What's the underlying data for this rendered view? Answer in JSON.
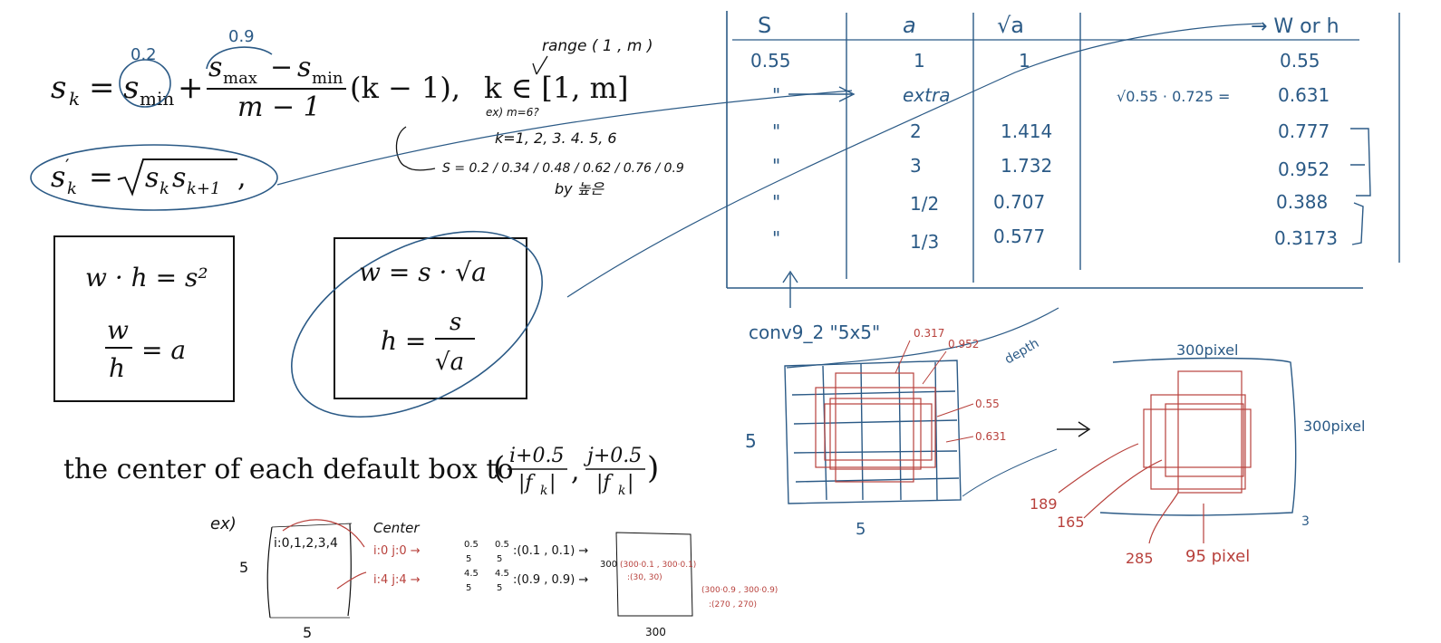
{
  "colors": {
    "blue_ink": "#2b5a86",
    "red_ink": "#b8413c",
    "black": "#111111",
    "background": "#ffffff"
  },
  "formula1": {
    "lhs": "s",
    "lhs_sub": "k",
    "eq": "=",
    "smin": "s",
    "smin_sub": "min",
    "plus": "+",
    "num_a": "s",
    "num_a_sub": "max",
    "num_minus": "−",
    "num_b": "s",
    "num_b_sub": "min",
    "den": "m − 1",
    "k_term": "(k − 1),",
    "range": "k ∈ [1, m]",
    "note_smin": "0.2",
    "note_smax": "0.9",
    "note_range": "range ( 1 , m )"
  },
  "formula2": {
    "lhs": "s",
    "lhs_prime_sub": "′",
    "lhs_sub": "k",
    "eq": "=",
    "radicand": "s",
    "radicand_sub": "k",
    "radicand2": "s",
    "radicand2_sub": "k+1",
    "trail": ","
  },
  "notes_k": {
    "ex_line": "ex)   m=6?",
    "k_line": "k=1, 2, 3. 4. 5, 6",
    "s_line": "S = 0.2 / 0.34 / 0.48 / 0.62 / 0.76 / 0.9",
    "by_line": "by 높은"
  },
  "box_left": {
    "line1": "w · h = s²",
    "frac_num": "w",
    "frac_den": "h",
    "frac_rhs": "= a"
  },
  "box_right": {
    "line1": "w = s · √a",
    "h_lhs": "h =",
    "frac_num": "s",
    "frac_den": "√a"
  },
  "center_text": {
    "label": "the center of each default box to",
    "frac1_num": "i+0.5",
    "frac1_den": "|f",
    "frac1_den_sub": "k",
    "frac1_den_end": "|",
    "frac2_num": "j+0.5",
    "frac2_den": "|f",
    "frac2_den_sub": "k",
    "frac2_den_end": "|",
    "open": "(",
    "comma": ",",
    "close": ")"
  },
  "example": {
    "ex": "ex)",
    "side5": "5",
    "bottom5": "5",
    "index_label": "i:0,1,2,3,4",
    "center_label": "Center",
    "row1": "i:0  j:0  →",
    "row1_frac_a_num": "0.5",
    "row1_frac_a_den": "5",
    "row1_frac_b_num": "0.5",
    "row1_frac_b_den": "5",
    "row1_result": ":(0.1 , 0.1)  →",
    "row2": "i:4  j:4  →",
    "row2_frac_a_num": "4.5",
    "row2_frac_a_den": "5",
    "row2_frac_b_num": "4.5",
    "row2_frac_b_den": "5",
    "row2_result": ":(0.9 , 0.9)  →",
    "side300": "300",
    "bottom300": "300",
    "calc1": "(300·0.1 , 300·0.1)",
    "calc1b": ":(30, 30)",
    "calc2": "(300·0.9 , 300·0.9)",
    "calc2b": ":(270 , 270)"
  },
  "table": {
    "headers": [
      "S",
      "a",
      "√a",
      "→ W or h"
    ],
    "rows": [
      {
        "s": "0.55",
        "a": "1",
        "sqrt_a": "1",
        "note": "",
        "wh": "0.55"
      },
      {
        "s": "\"",
        "a": "extra",
        "sqrt_a": "",
        "note": "√0.55 · 0.725 =",
        "wh": "0.631"
      },
      {
        "s": "\"",
        "a": "2",
        "sqrt_a": "1.414",
        "note": "",
        "wh": "0.777"
      },
      {
        "s": "\"",
        "a": "3",
        "sqrt_a": "1.732",
        "note": "",
        "wh": "0.952"
      },
      {
        "s": "\"",
        "a": "1/2",
        "sqrt_a": "0.707",
        "note": "",
        "wh": "0.388"
      },
      {
        "s": "\"",
        "a": "1/3",
        "sqrt_a": "0.577",
        "note": "",
        "wh": "0.3173"
      }
    ]
  },
  "grid_sketch": {
    "title": "conv9_2  \"5x5\"",
    "label_0317": "0.317",
    "label_0952": "0.952",
    "label_055": "0.55",
    "label_0631": "0.631",
    "side5": "5",
    "bottom5": "5",
    "depth": "depth"
  },
  "pixel_sketch": {
    "top": "300pixel",
    "right": "300pixel",
    "corner3": "3",
    "l189": "189",
    "l165": "165",
    "l285": "285",
    "l95": "95 pixel"
  }
}
